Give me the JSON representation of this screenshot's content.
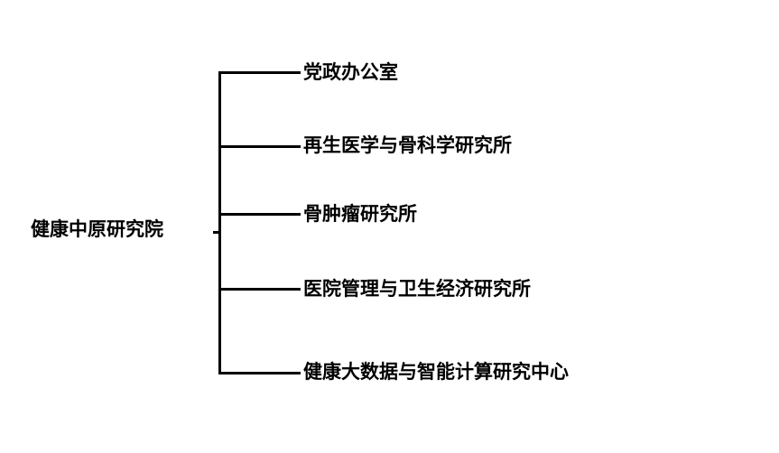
{
  "root": "健康中原研究院",
  "children": [
    "党政办公室",
    "再生医学与骨科学研究所",
    "骨肿瘤研究所",
    "医院管理与卫生经济研究所",
    "健康大数据与智能计算研究中心"
  ]
}
